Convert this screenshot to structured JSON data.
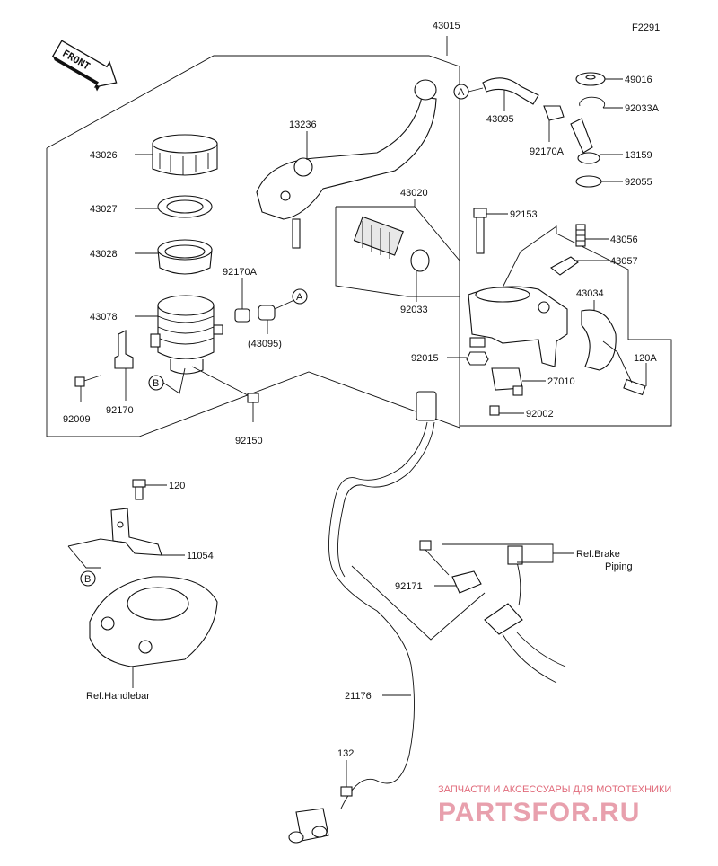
{
  "figure_code": "F2291",
  "front_arrow_label": "FRONT",
  "callouts": {
    "c43015": "43015",
    "c13236": "13236",
    "c43026": "43026",
    "c43027": "43027",
    "c43028": "43028",
    "c92170A_left": "92170A",
    "c43078": "43078",
    "c43095_paren": "(43095)",
    "c92009": "92009",
    "c92170": "92170",
    "c92150": "92150",
    "c43020": "43020",
    "c92153": "92153",
    "c92033": "92033",
    "c92015": "92015",
    "c27010": "27010",
    "c92002": "92002",
    "c43095": "43095",
    "c92170A_right": "92170A",
    "c49016": "49016",
    "c92033A": "92033A",
    "c13159": "13159",
    "c92055": "92055",
    "c43056": "43056",
    "c43057": "43057",
    "c43034": "43034",
    "c120A": "120A",
    "c120": "120",
    "c11054": "11054",
    "c92171": "92171",
    "c21176": "21176",
    "c132": "132"
  },
  "refs": {
    "ref_brake_line1": "Ref.Brake",
    "ref_brake_line2": "Piping",
    "ref_handlebar": "Ref.Handlebar"
  },
  "markers": {
    "A_left": "A",
    "A_right": "A",
    "B_left": "B",
    "B_bottom": "B"
  },
  "watermark": {
    "line1": "ЗАПЧАСТИ И АКСЕССУАРЫ ДЛЯ МОТОТЕХНИКИ",
    "brand": "PARTSFOR.RU"
  }
}
